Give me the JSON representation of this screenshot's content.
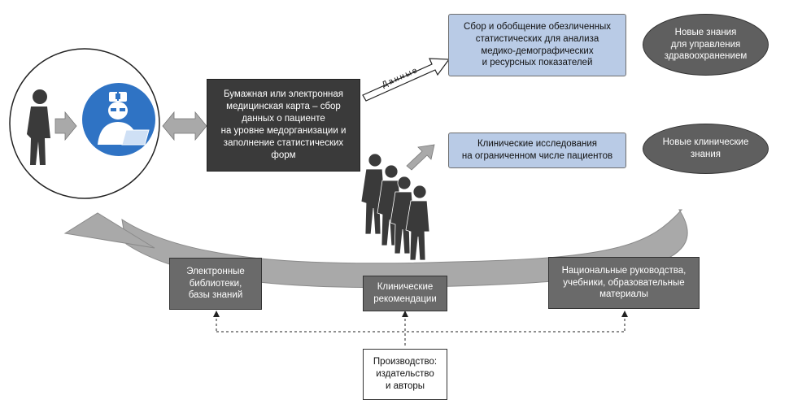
{
  "nodes": {
    "medical_record": "Бумажная или электронная\nмедицинская карта – сбор\nданных о пациенте\nна уровне медорганизации и\nзаполнение статистических\nформ",
    "stats_collection": "Сбор и обобщение обезличенных\nстатистических для анализа\nмедико-демографических\nи ресурсных показателей",
    "clinical_trials": "Клинические исследования\nна ограниченном числе пациентов",
    "new_knowledge_mgmt": "Новые знания\nдля управления\nздравоохранением",
    "new_clinical_knowledge": "Новые клинические\nзнания",
    "e_libraries": "Электронные\nбиблиотеки,\nбазы знаний",
    "clinical_guidelines": "Клинические\nрекомендации",
    "national_guides": "Национальные руководства,\nучебники, образовательные\nматериалы",
    "production": "Производство:\nиздательство\nи авторы"
  },
  "arrow_label": "Данные",
  "colors": {
    "dark_box": "#3a3a3a",
    "mid_box": "#6a6a6a",
    "light_box": "#b9cbe6",
    "doctor_circle": "#2f73c4",
    "arrow_gray": "#a9a9a9"
  }
}
